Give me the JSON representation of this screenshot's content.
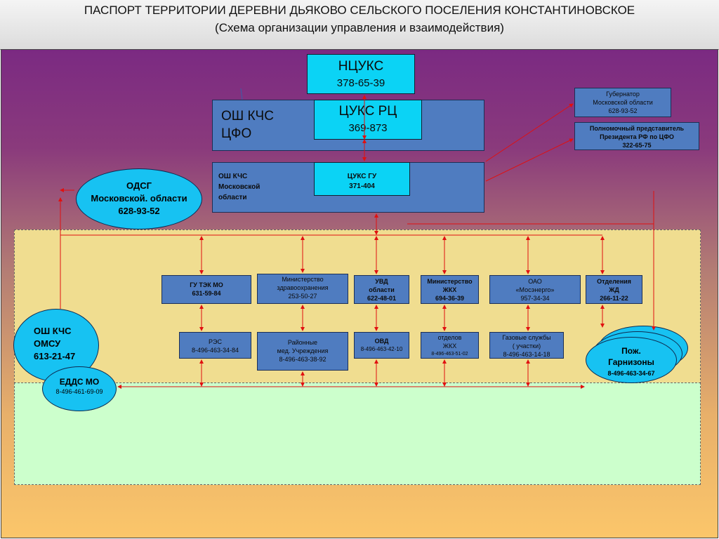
{
  "header": {
    "title": "ПАСПОРТ ТЕРРИТОРИИ ДЕРЕВНИ ДЬЯКОВО СЕЛЬСКОГО ПОСЕЛЕНИЯ КОНСТАНТИНОВСКОЕ",
    "subtitle": "(Схема организации управления и взаимодействия)"
  },
  "nodes": {
    "ncuks": {
      "name": "НЦУКС",
      "phone": "378-65-39"
    },
    "osh_cfo": {
      "line1": "ОШ КЧС",
      "line2": "ЦФО"
    },
    "cuks_rc": {
      "name": "ЦУКС РЦ",
      "phone": "369-873"
    },
    "governor": {
      "line1": "Губернатор",
      "line2": "Московской области",
      "phone": "628-93-52"
    },
    "envoy": {
      "line1": "Полномочный представитель",
      "line2": "Президента РФ по ЦФО",
      "phone": "322-65-75"
    },
    "osh_mo": {
      "line1": "ОШ КЧС",
      "line2": "Московской",
      "line3": "области"
    },
    "cuks_gu": {
      "name": "ЦУКС ГУ",
      "phone": "371-404"
    },
    "odsg": {
      "line1": "ОДСГ",
      "line2": "Московской. области",
      "phone": "628-93-52"
    },
    "gu_tek": {
      "name": "ГУ ТЭК МО",
      "phone": "631-59-84"
    },
    "minzdrav": {
      "line1": "Министерство",
      "line2": "здравоохранения",
      "phone": "253-50-27"
    },
    "uvd": {
      "line1": "УВД",
      "line2": "области",
      "phone": "622-48-01"
    },
    "min_zhkh": {
      "line1": "Министерство",
      "line2": "ЖКХ",
      "phone": "694-36-39"
    },
    "mosenergo": {
      "line1": "ОАО",
      "line2": "«Мосэнерго»",
      "phone": "957-34-34"
    },
    "zhd": {
      "line1": "Отделения",
      "line2": "ЖД",
      "phone": "266-11-22"
    },
    "res": {
      "name": "РЭС",
      "phone": "8-496-463-34-84"
    },
    "rayon_med": {
      "line1": "Районные",
      "line2": "мед. Учреждения",
      "phone": "8-496-463-38-92"
    },
    "ovd": {
      "name": "ОВД",
      "phone": "8-496-463-42-10"
    },
    "otdel_zhkh": {
      "line1": "отделов",
      "line2": "ЖКХ",
      "phone": "8-496-463-51-02"
    },
    "gas": {
      "line1": "Газовые службы",
      "line2": "( участки)",
      "phone": "8-496-463-14-18"
    },
    "osh_omsu": {
      "line1": "ОШ КЧС",
      "line2": "ОМСУ",
      "phone": "613-21-47"
    },
    "edds": {
      "name": "ЕДДС МО",
      "phone": "8-496-461-69-09"
    },
    "pozh": {
      "line1": "Пож.",
      "line2": "Гарнизоны",
      "phone": "8-496-463-34-67"
    }
  },
  "colors": {
    "box_blue": "#4f7cc0",
    "box_cyan": "#0bd3f5",
    "ellipse": "#17c2f2",
    "arrow": "#e01010",
    "zone_yellow": "#f0dd90",
    "zone_green": "#ccffcc"
  }
}
